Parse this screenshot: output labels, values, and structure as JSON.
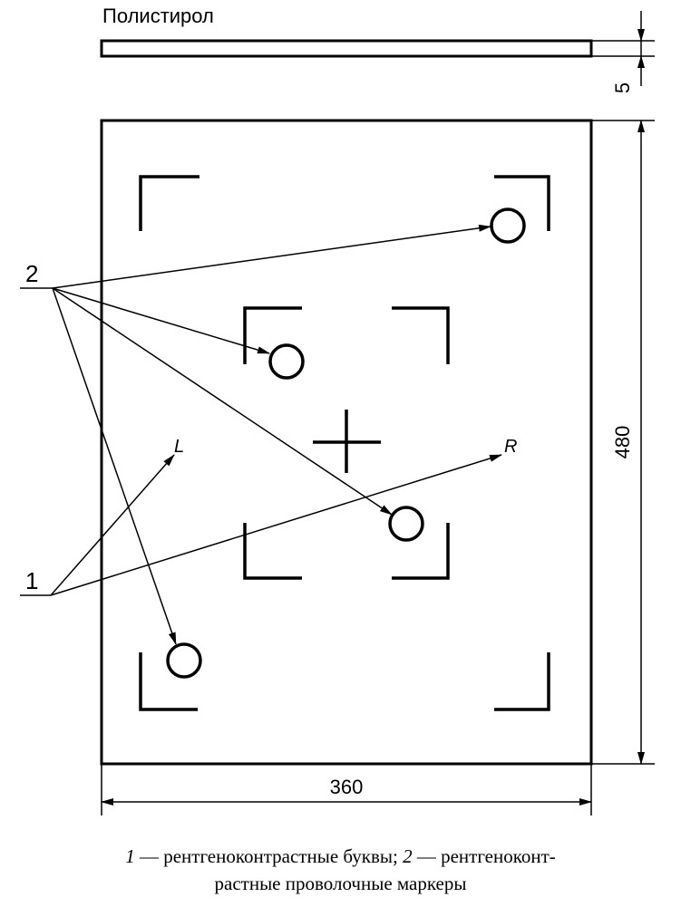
{
  "labels": {
    "material": "Полистирол",
    "thickness": "5",
    "height": "480",
    "width": "360",
    "callout_1": "1",
    "callout_2": "2",
    "letter_left": "L",
    "letter_right": "R"
  },
  "caption": {
    "line1_num1": "1",
    "line1_text1": " — рентгеноконтрастные буквы; ",
    "line1_num2": "2",
    "line1_text2": " — рентгеноконт-",
    "line2_text": "растные проволочные маркеры"
  }
}
